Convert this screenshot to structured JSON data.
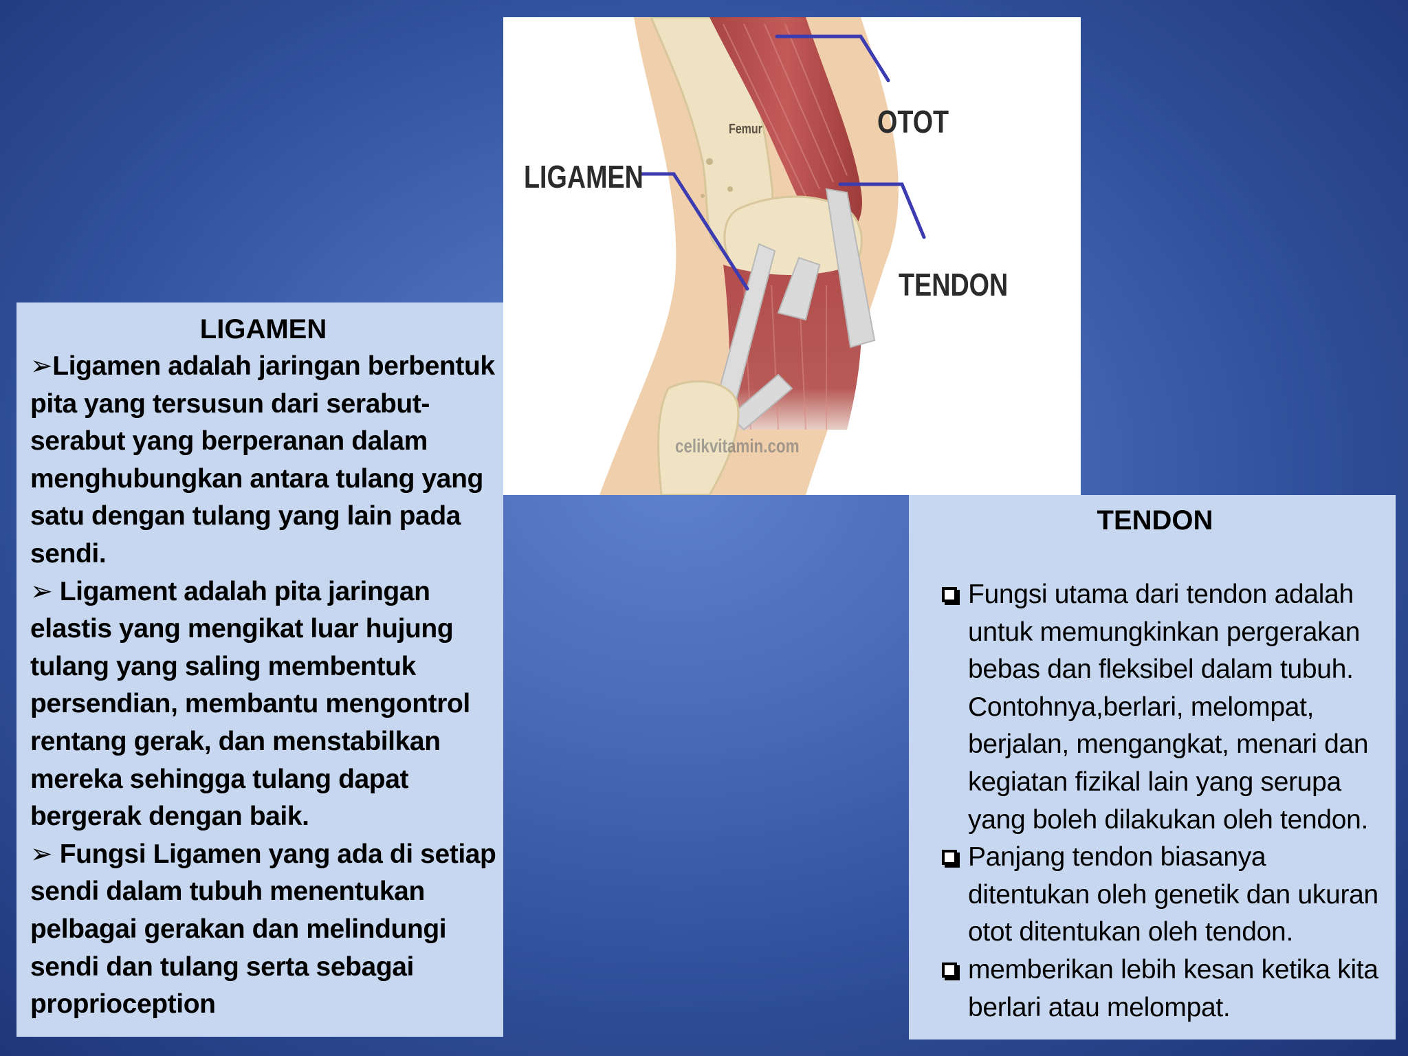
{
  "figure": {
    "labels": {
      "otot": "OTOT",
      "ligamen": "LIGAMEN",
      "tendon": "TENDON",
      "femur": "Femur"
    },
    "watermark": "celikvitamin.com",
    "colors": {
      "pointer": "#3d3bb0",
      "muscle": "#b04a4a",
      "bone": "#efe4c6",
      "skin": "#f2d3b4"
    }
  },
  "ligamen": {
    "title": "LIGAMEN",
    "paragraphs": [
      {
        "bullet": "➢",
        "text": "Ligamen adalah jaringan berbentuk pita yang tersusun dari serabut-serabut yang berperanan  dalam menghubungkan antara tulang yang satu dengan tulang yang lain pada sendi."
      },
      {
        "bullet": "➢",
        "text": " Ligament adalah pita jaringan elastis yang mengikat luar hujung tulang yang saling membentuk persendian, membantu mengontrol rentang gerak, dan menstabilkan mereka sehingga tulang dapat bergerak dengan baik."
      },
      {
        "bullet": "➢",
        "text": " Fungsi Ligamen yang ada di setiap sendi dalam tubuh menentukan pelbagai gerakan dan melindungi sendi dan tulang serta sebagai proprioception"
      }
    ]
  },
  "tendon": {
    "title": "TENDON",
    "items": [
      {
        "text": "Fungsi utama dari tendon adalah untuk memungkinkan pergerakan bebas dan fleksibel dalam tubuh. Contohnya,berlari, melompat, berjalan, mengangkat, menari dan kegiatan fizikal lain yang serupa yang boleh dilakukan oleh tendon."
      },
      {
        "text": " Panjang tendon biasanya ditentukan oleh genetik dan ukuran otot ditentukan oleh tendon."
      },
      {
        "text": "memberikan lebih kesan ketika kita berlari atau melompat."
      }
    ]
  }
}
